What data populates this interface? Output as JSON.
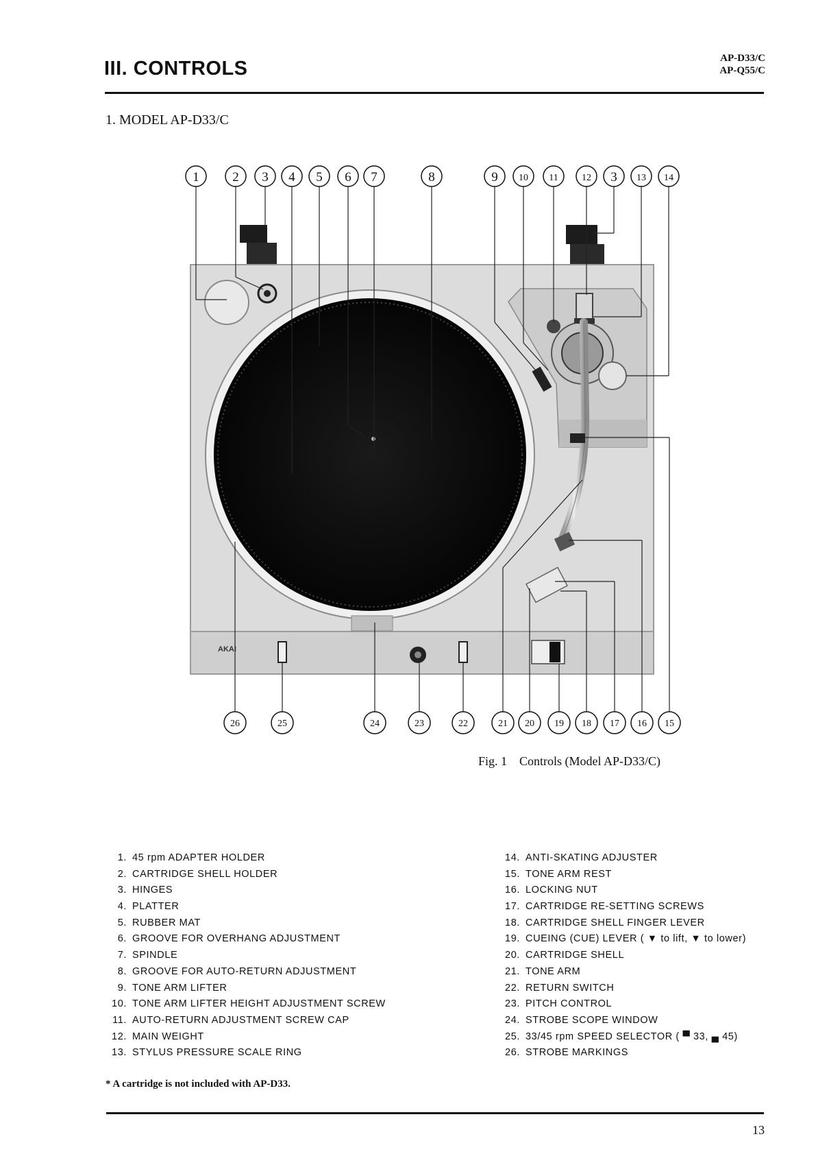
{
  "header": {
    "section_title": "III. CONTROLS",
    "model_line_1": "AP-D33/C",
    "model_line_2": "AP-Q55/C"
  },
  "subsection_title": "1. MODEL AP-D33/C",
  "figure": {
    "caption": "Fig. 1    Controls (Model AP-D33/C)",
    "brand_logo": "AKAI",
    "callouts_top": [
      "1",
      "2",
      "3",
      "4",
      "5",
      "6",
      "7",
      "8",
      "9",
      "10",
      "11",
      "12",
      "3",
      "13",
      "14"
    ],
    "callouts_bottom": [
      "26",
      "25",
      "24",
      "23",
      "22",
      "21",
      "20",
      "19",
      "18",
      "17",
      "16",
      "15"
    ]
  },
  "legend": {
    "left": [
      {
        "num": "1.",
        "text": "45 rpm ADAPTER HOLDER"
      },
      {
        "num": "2.",
        "text": "CARTRIDGE SHELL HOLDER"
      },
      {
        "num": "3.",
        "text": "HINGES"
      },
      {
        "num": "4.",
        "text": "PLATTER"
      },
      {
        "num": "5.",
        "text": "RUBBER MAT"
      },
      {
        "num": "6.",
        "text": "GROOVE FOR OVERHANG ADJUSTMENT"
      },
      {
        "num": "7.",
        "text": "SPINDLE"
      },
      {
        "num": "8.",
        "text": "GROOVE FOR AUTO-RETURN ADJUSTMENT"
      },
      {
        "num": "9.",
        "text": "TONE ARM LIFTER"
      },
      {
        "num": "10.",
        "text": "TONE ARM LIFTER HEIGHT ADJUSTMENT SCREW"
      },
      {
        "num": "11.",
        "text": "AUTO-RETURN ADJUSTMENT SCREW CAP"
      },
      {
        "num": "12.",
        "text": "MAIN WEIGHT"
      },
      {
        "num": "13.",
        "text": "STYLUS PRESSURE SCALE RING"
      }
    ],
    "right": [
      {
        "num": "14.",
        "text": "ANTI-SKATING ADJUSTER"
      },
      {
        "num": "15.",
        "text": "TONE ARM REST"
      },
      {
        "num": "16.",
        "text": "LOCKING NUT"
      },
      {
        "num": "17.",
        "text": "CARTRIDGE RE-SETTING SCREWS"
      },
      {
        "num": "18.",
        "text": "CARTRIDGE SHELL FINGER LEVER"
      },
      {
        "num": "19.",
        "text": "CUEING (CUE) LEVER ( ▼ to lift, ▼ to lower)"
      },
      {
        "num": "20.",
        "text": "CARTRIDGE SHELL"
      },
      {
        "num": "21.",
        "text": "TONE ARM"
      },
      {
        "num": "22.",
        "text": "RETURN SWITCH"
      },
      {
        "num": "23.",
        "text": "PITCH CONTROL"
      },
      {
        "num": "24.",
        "text": "STROBE SCOPE WINDOW"
      },
      {
        "num": "25.",
        "text": "33/45 rpm SPEED SELECTOR ( ▀ 33, ▄ 45)"
      },
      {
        "num": "26.",
        "text": "STROBE MARKINGS"
      }
    ]
  },
  "footnote": "* A cartridge is not included with AP-D33.",
  "page_number": "13"
}
